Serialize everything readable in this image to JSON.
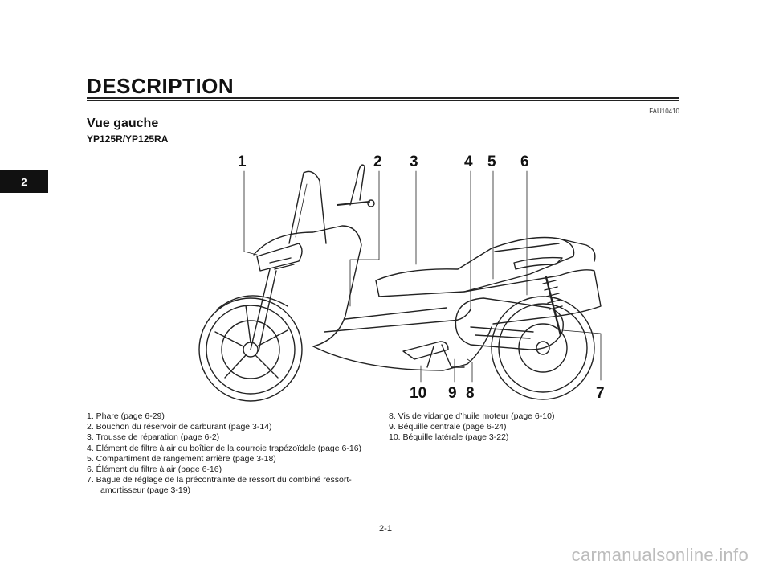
{
  "chapter_tab": "2",
  "header": {
    "title": "DESCRIPTION",
    "ref_code": "FAU10410"
  },
  "section": {
    "subheading": "Vue gauche",
    "model": "YP125R/YP125RA"
  },
  "figure": {
    "callouts": [
      "1",
      "2",
      "3",
      "4",
      "5",
      "6",
      "7",
      "8",
      "9",
      "10"
    ]
  },
  "legend_left": [
    "1. Phare (page 6-29)",
    "2. Bouchon du réservoir de carburant (page 3-14)",
    "3. Trousse de réparation (page 6-2)",
    "4. Élément de filtre à air du boîtier de la courroie trapézoïdale (page 6-16)",
    "5. Compartiment de rangement arrière (page 3-18)",
    "6. Élément du filtre à air (page 6-16)",
    "7. Bague de réglage de la précontrainte de ressort du combiné ressort-",
    "amortisseur (page 3-19)"
  ],
  "legend_right": [
    "8. Vis de vidange d’huile moteur (page 6-10)",
    "9. Béquille centrale (page 6-24)",
    "10. Béquille latérale (page 3-22)"
  ],
  "footer": {
    "page_number": "2-1",
    "watermark": "carmanualsonline.info"
  }
}
